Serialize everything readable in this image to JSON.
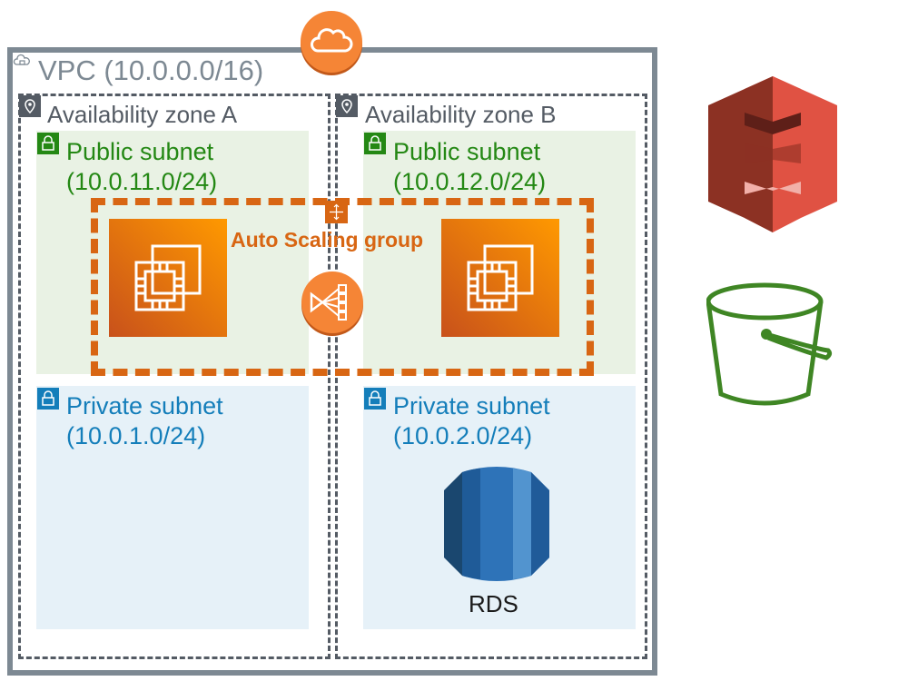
{
  "vpc": {
    "label": "VPC (10.0.0.0/16)"
  },
  "zones": [
    {
      "label": "Availability zone A",
      "public_subnet": {
        "name": "Public subnet",
        "cidr": "(10.0.11.0/24)"
      },
      "private_subnet": {
        "name": "Private subnet",
        "cidr": "(10.0.1.0/24)"
      }
    },
    {
      "label": "Availability zone B",
      "public_subnet": {
        "name": "Public subnet",
        "cidr": "(10.0.12.0/24)"
      },
      "private_subnet": {
        "name": "Private subnet",
        "cidr": "(10.0.2.0/24)"
      }
    }
  ],
  "auto_scaling": {
    "label": "Auto Scaling group"
  },
  "rds": {
    "label": "RDS"
  },
  "icons": {
    "cloud": "internet-gateway-cloud-icon",
    "elb": "load-balancer-icon",
    "ec2": "ec2-instance-icon",
    "rds": "rds-database-icon",
    "s3": "s3-icon",
    "bucket": "s3-bucket-icon"
  },
  "colors": {
    "vpc_border": "#7d8993",
    "az_border": "#545b64",
    "public_subnet": "#248814",
    "private_subnet": "#147eba",
    "asg": "#d86613"
  }
}
